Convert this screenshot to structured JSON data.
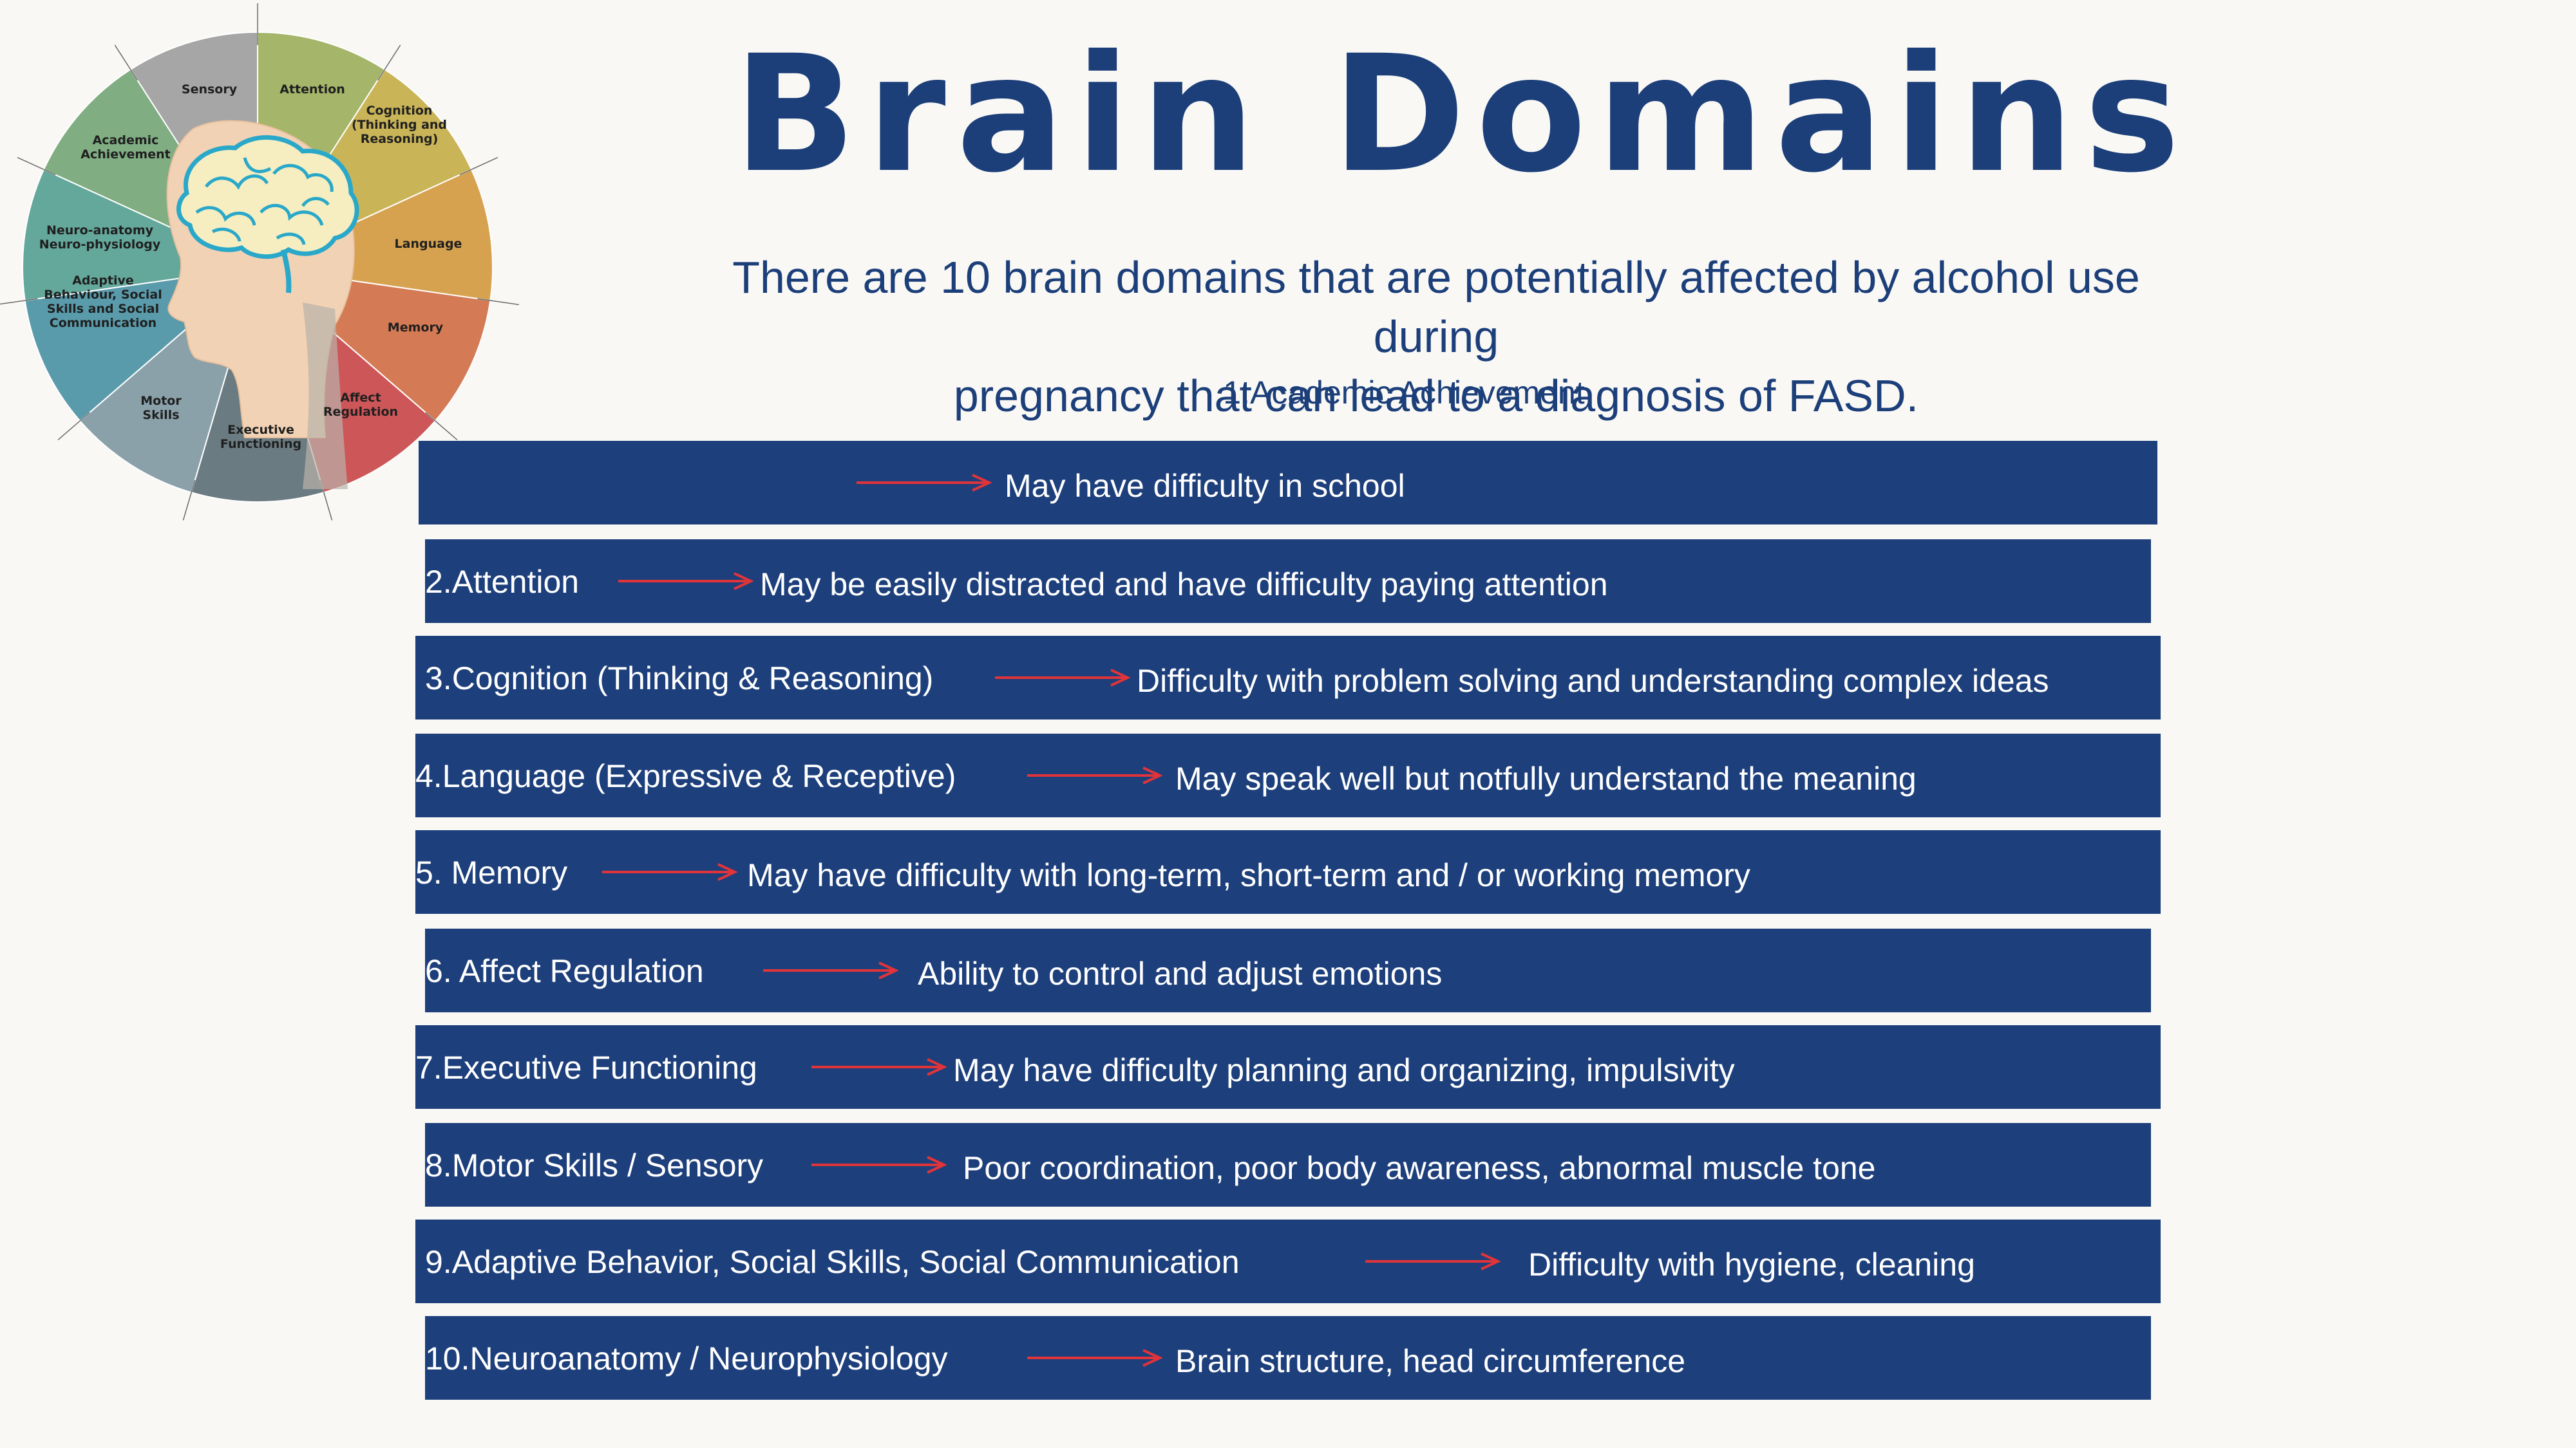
{
  "header": {
    "title": "Brain Domains",
    "subtitle_line1": "There are 10 brain domains that are potentially affected by alcohol use during",
    "subtitle_line2": "pregnancy that can lead to a diagnosis of FASD.",
    "first_domain_label": "1.Academic Achievement"
  },
  "wheel": {
    "segments": [
      {
        "lines": [
          "Sensory"
        ],
        "color": "#a6a6a6"
      },
      {
        "lines": [
          "Attention"
        ],
        "color": "#a5b56a"
      },
      {
        "lines": [
          "Cognition",
          "(Thinking and",
          "Reasoning)"
        ],
        "color": "#c9b458"
      },
      {
        "lines": [
          "Language"
        ],
        "color": "#d7a250"
      },
      {
        "lines": [
          "Memory"
        ],
        "color": "#d47b55"
      },
      {
        "lines": [
          "Affect",
          "Regulation"
        ],
        "color": "#cd5658"
      },
      {
        "lines": [
          "Executive",
          "Functioning"
        ],
        "color": "#6b7b82"
      },
      {
        "lines": [
          "Motor",
          "Skills"
        ],
        "color": "#8aa1aa"
      },
      {
        "lines": [
          "Adaptive",
          "Behaviour, Social",
          "Skills and Social",
          "Communication"
        ],
        "color": "#5a9bab"
      },
      {
        "lines": [
          "Neuro-anatomy",
          "Neuro-physiology"
        ],
        "color": "#64a79b"
      },
      {
        "lines": [
          "Academic",
          "Achievement"
        ],
        "color": "#80ad82"
      }
    ]
  },
  "rows": [
    {
      "label": "",
      "description": "May have difficulty in school"
    },
    {
      "label": "2.Attention",
      "description": "May be easily distracted and have difficulty paying attention"
    },
    {
      "label": "3.Cognition (Thinking & Reasoning)",
      "description": "Difficulty with problem solving and understanding complex ideas"
    },
    {
      "label": "4.Language (Expressive & Receptive)",
      "description": "May speak well but notfully understand the meaning"
    },
    {
      "label": "5. Memory",
      "description": "May have difficulty with long-term, short-term and / or working memory"
    },
    {
      "label": "6. Affect Regulation",
      "description": "Ability to control and adjust emotions"
    },
    {
      "label": "7.Executive Functioning",
      "description": "May have difficulty planning and organizing, impulsivity"
    },
    {
      "label": "8.Motor Skills / Sensory",
      "description": "Poor coordination, poor body awareness, abnormal muscle tone"
    },
    {
      "label": "9.Adaptive Behavior, Social Skills, Social Communication",
      "description": "Difficulty with hygiene, cleaning"
    },
    {
      "label": "10.Neuroanatomy / Neurophysiology",
      "description": "Brain structure, head circumference"
    }
  ],
  "colors": {
    "bar": "#1d3f7b",
    "title": "#1c3f7a",
    "arrow": "#e0343a"
  }
}
